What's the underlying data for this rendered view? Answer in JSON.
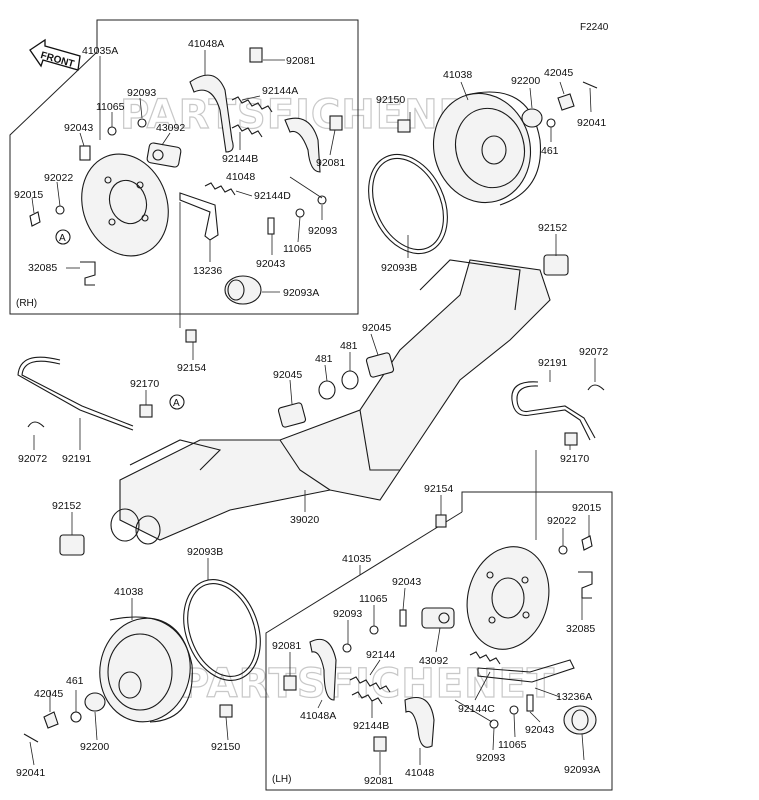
{
  "figure_code": "F2240",
  "front_arrow_label": "FRONT",
  "watermarks": [
    "PARTSFICHENET",
    "PARTSFICHENET"
  ],
  "boxes": {
    "rh": "(RH)",
    "lh": "(LH)"
  },
  "ref_circle": "A",
  "labels": [
    "41035A",
    "41048A",
    "92081",
    "92093",
    "11065",
    "92043",
    "43092",
    "92144A",
    "92144B",
    "92081",
    "41048",
    "92144D",
    "92022",
    "92015",
    "32085",
    "13236",
    "92093",
    "11065",
    "92043",
    "92093A",
    "41038",
    "92150",
    "92200",
    "42045",
    "92041",
    "461",
    "92093B",
    "92152",
    "92154",
    "92045",
    "481",
    "481",
    "92045",
    "92191",
    "92072",
    "92170",
    "92191",
    "92072",
    "92170",
    "92152",
    "39020",
    "92154",
    "92015",
    "92022",
    "32085",
    "92093B",
    "41035",
    "92043",
    "41038",
    "11065",
    "92093",
    "92081",
    "92144",
    "43092",
    "461",
    "42045",
    "92200",
    "92150",
    "92041",
    "41048A",
    "92144B",
    "92144C",
    "13236A",
    "92043",
    "11065",
    "92093",
    "41048",
    "92081",
    "92093A"
  ]
}
